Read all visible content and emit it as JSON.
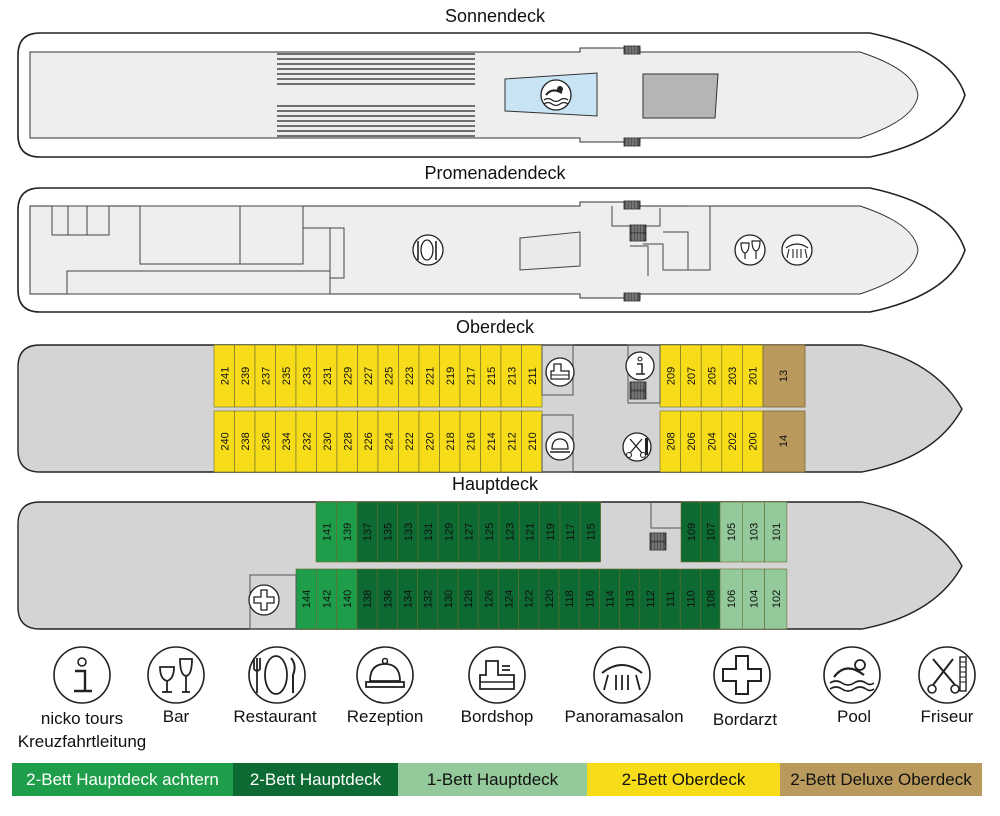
{
  "decks": {
    "sonnendeck": "Sonnendeck",
    "promenadendeck": "Promenadendeck",
    "oberdeck": "Oberdeck",
    "hauptdeck": "Hauptdeck"
  },
  "cabins": {
    "oberdeck_top": [
      "241",
      "239",
      "237",
      "235",
      "233",
      "231",
      "229",
      "227",
      "225",
      "223",
      "221",
      "219",
      "217",
      "215",
      "213",
      "211"
    ],
    "oberdeck_bottom": [
      "240",
      "238",
      "236",
      "234",
      "232",
      "230",
      "228",
      "226",
      "224",
      "222",
      "220",
      "218",
      "216",
      "214",
      "212",
      "210"
    ],
    "oberdeck_fwd_top": [
      "209",
      "207",
      "205",
      "203",
      "201"
    ],
    "oberdeck_fwd_bottom": [
      "208",
      "206",
      "204",
      "202",
      "200"
    ],
    "oberdeck_deluxe_top": "13",
    "oberdeck_deluxe_bottom": "14",
    "hauptdeck_top_aft": [
      "141",
      "139"
    ],
    "hauptdeck_top_mid": [
      "137",
      "135",
      "133",
      "131",
      "129",
      "127",
      "125",
      "123",
      "121",
      "119",
      "117",
      "115"
    ],
    "hauptdeck_top_fwd": [
      "109",
      "107"
    ],
    "hauptdeck_top_single": [
      "105",
      "103",
      "101"
    ],
    "hauptdeck_bottom_aft": [
      "144",
      "142",
      "140"
    ],
    "hauptdeck_bottom_mid": [
      "138",
      "136",
      "134",
      "132",
      "130",
      "128",
      "126",
      "124",
      "122",
      "120",
      "118",
      "116",
      "114",
      "113",
      "112",
      "111",
      "110",
      "108"
    ],
    "hauptdeck_bottom_single": [
      "106",
      "104",
      "102"
    ]
  },
  "legend": [
    {
      "icon": "info-icon",
      "label": "nicko tours\nKreuzfahrtleitung"
    },
    {
      "icon": "bar-glasses-icon",
      "label": "Bar"
    },
    {
      "icon": "restaurant-icon",
      "label": "Restaurant"
    },
    {
      "icon": "reception-bell-icon",
      "label": "Rezeption"
    },
    {
      "icon": "cash-register-icon",
      "label": "Bordshop"
    },
    {
      "icon": "panorama-lounge-icon",
      "label": "Panoramasalon"
    },
    {
      "icon": "medical-cross-icon",
      "label": "Bordarzt"
    },
    {
      "icon": "swimmer-icon",
      "label": "Pool"
    },
    {
      "icon": "scissors-comb-icon",
      "label": "Friseur"
    }
  ],
  "categories": [
    {
      "label": "2-Bett Hauptdeck achtern",
      "color": "#1e9e4a",
      "text_color": "#ffffff"
    },
    {
      "label": "2-Bett Hauptdeck",
      "color": "#0d6a32",
      "text_color": "#ffffff"
    },
    {
      "label": "1-Bett Hauptdeck",
      "color": "#93c99b",
      "text_color": "#111111"
    },
    {
      "label": "2-Bett Oberdeck",
      "color": "#f7dc1a",
      "text_color": "#111111"
    },
    {
      "label": "2-Bett Deluxe Oberdeck",
      "color": "#b99a5c",
      "text_color": "#111111"
    }
  ]
}
